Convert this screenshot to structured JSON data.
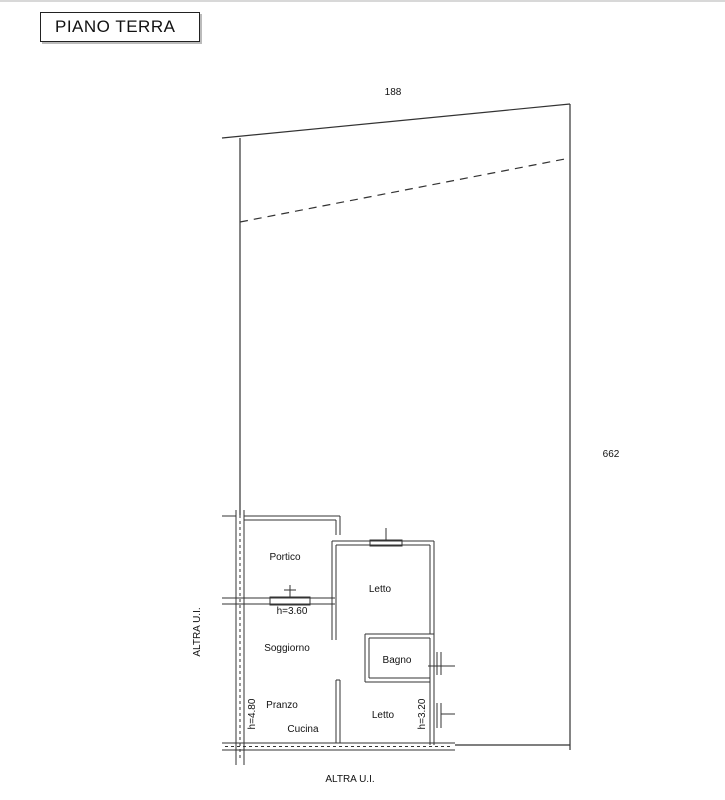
{
  "title": "PIANO TERRA",
  "dimensions": {
    "width": "188",
    "height": "662"
  },
  "rooms": {
    "portico": "Portico",
    "letto_1": "Letto",
    "soggiorno": "Soggiorno",
    "bagno": "Bagno",
    "pranzo": "Pranzo",
    "cucina": "Cucina",
    "letto_2": "Letto"
  },
  "heights": {
    "h1": "h=3.60",
    "h2": "h=4.80",
    "h3": "h=3.20"
  },
  "neighbors": {
    "left": "ALTRA U.I.",
    "bottom": "ALTRA U.I."
  }
}
